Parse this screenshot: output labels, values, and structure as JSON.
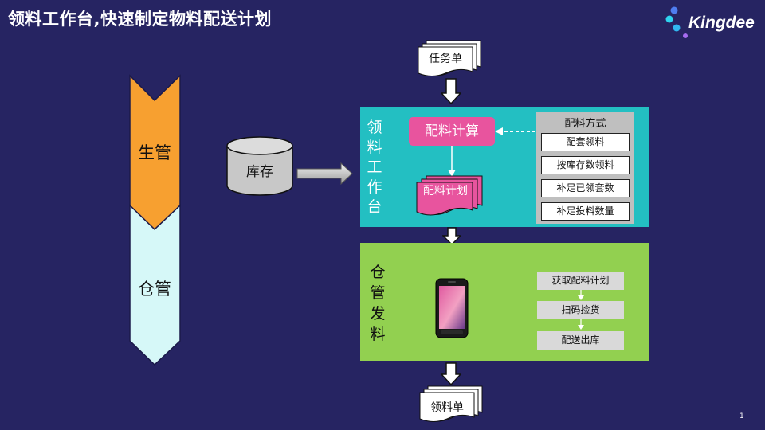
{
  "header": {
    "title": "领料工作台,快速制定物料配送计划",
    "brand": "Kingdee",
    "page_number": "1"
  },
  "roles": {
    "production": "生管",
    "warehouse": "仓管"
  },
  "inventory": {
    "label": "库存"
  },
  "documents": {
    "task_sheet": "任务单",
    "material_plan": "配料计划",
    "requisition_sheet": "领料单"
  },
  "workbench": {
    "label_chars": [
      "领",
      "料",
      "工",
      "作",
      "台"
    ],
    "calc_button": "配料计算",
    "methods_title": "配料方式",
    "methods": [
      "配套领料",
      "按库存数领料",
      "补足已领套数",
      "补足投料数量"
    ]
  },
  "warehouse_issue": {
    "label_chars": [
      "仓",
      "管",
      "发",
      "料"
    ],
    "steps": [
      "获取配料计划",
      "扫码捡货",
      "配送出库"
    ]
  },
  "colors": {
    "background": "#262462",
    "teal_panel": "#23bfc2",
    "green_panel": "#92d050",
    "pink": "#e8549e",
    "orange": "#f7a030",
    "light_cyan": "#d6f8f8"
  }
}
